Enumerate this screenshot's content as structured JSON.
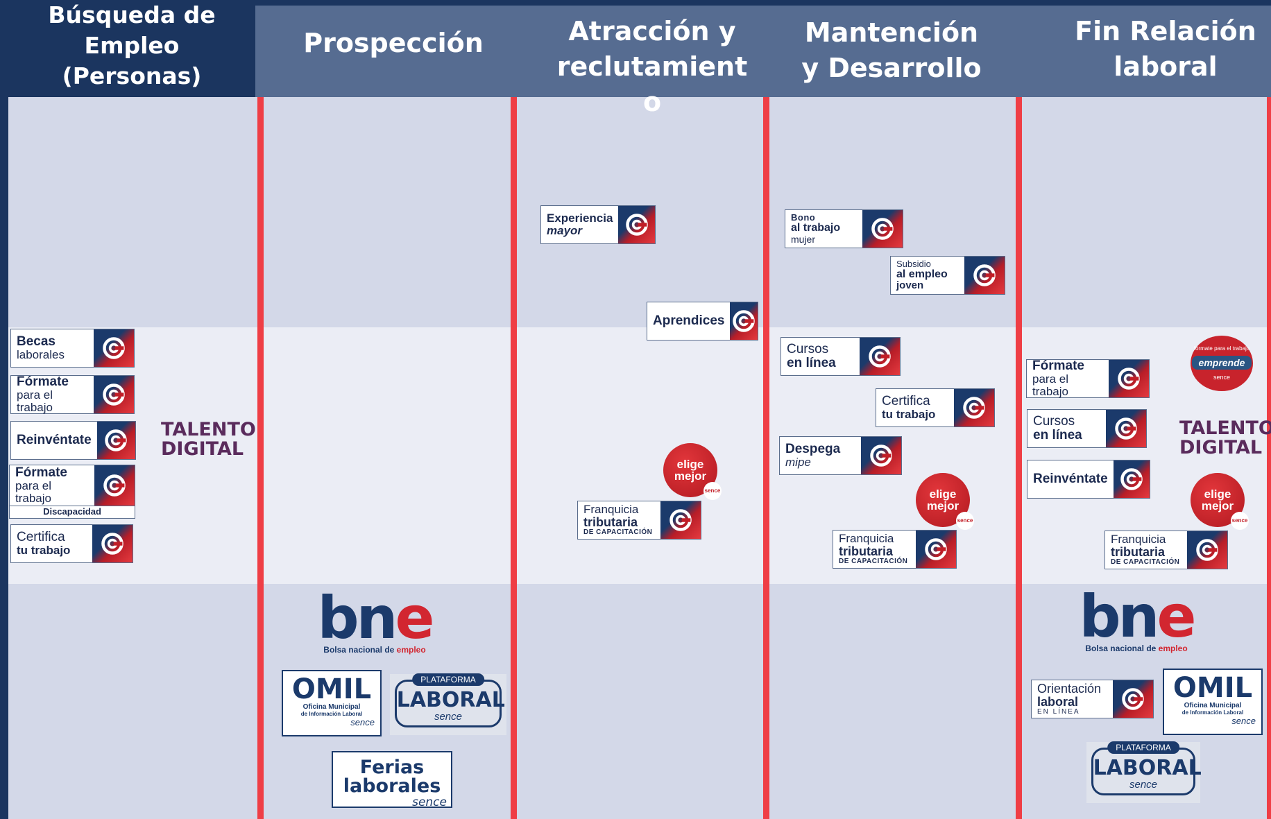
{
  "colors": {
    "header_dark": "#1b355f",
    "header_bar": "#566c91",
    "band_light": "#d3d8e8",
    "band_lighter": "#ebedf5",
    "divider_red": "#ef3e45",
    "navy": "#1b3a6b",
    "brand_red": "#d22630"
  },
  "headers": {
    "busqueda": [
      "Búsqueda de",
      "Empleo",
      "(Personas)"
    ],
    "prospeccion": "Prospección",
    "atraccion": [
      "Atracción y",
      "reclutamient",
      "o"
    ],
    "mantencion": [
      "Mantención",
      "y Desarrollo"
    ],
    "fin": [
      "Fin Relación",
      "laboral"
    ]
  },
  "logo_icon": "sence-circle-icon",
  "programs": {
    "becas": {
      "l1": "Becas",
      "l2": "laborales"
    },
    "formate": {
      "l1": "Fórmate",
      "l2": "para el trabajo"
    },
    "reinventate": {
      "l1": "Reinvéntate"
    },
    "formate_disc": {
      "l1": "Fórmate",
      "l2": "para el trabajo",
      "l3": "Discapacidad"
    },
    "certifica": {
      "l1": "Certifica",
      "l2": "tu trabajo"
    },
    "experiencia": {
      "l1": "Experiencia",
      "l2": "mayor"
    },
    "aprendices": {
      "l1": "Aprendices"
    },
    "franquicia": {
      "l1": "Franquicia",
      "l2": "tributaria",
      "l3": "DE CAPACITACIÓN"
    },
    "bono": {
      "l1": "Bono",
      "l2": "al trabajo",
      "l3": "mujer"
    },
    "subsidio": {
      "l1": "Subsidio",
      "l2": "al empleo",
      "l3": "joven"
    },
    "cursos": {
      "l1": "Cursos",
      "l2": "en línea"
    },
    "despega": {
      "l1": "Despega",
      "l2": "mipe"
    },
    "orientacion": {
      "l1": "Orientación",
      "l2": "laboral",
      "l3": "EN LÍNEA"
    }
  },
  "talento": {
    "l1": "TALENTO",
    "l2": "DIGITAL"
  },
  "elige": {
    "l1": "elige",
    "l2": "mejor",
    "sub": "sence"
  },
  "emprende": {
    "top": "fórmate para el trabajo",
    "pill": "emprende",
    "sub": "sence"
  },
  "bne": {
    "word_a": "bn",
    "word_b": "e",
    "caption_a": "Bolsa nacional de ",
    "caption_b": "empleo"
  },
  "omil": {
    "big": "OMIL",
    "s1": "Oficina Municipal",
    "s2": "de Información Laboral",
    "sence": "sence"
  },
  "plataforma": {
    "tag": "PLATAFORMA",
    "big": "LABORAL",
    "sence": "sence"
  },
  "ferias": {
    "l1": "Ferias",
    "l2": "laborales",
    "sence": "sence"
  }
}
